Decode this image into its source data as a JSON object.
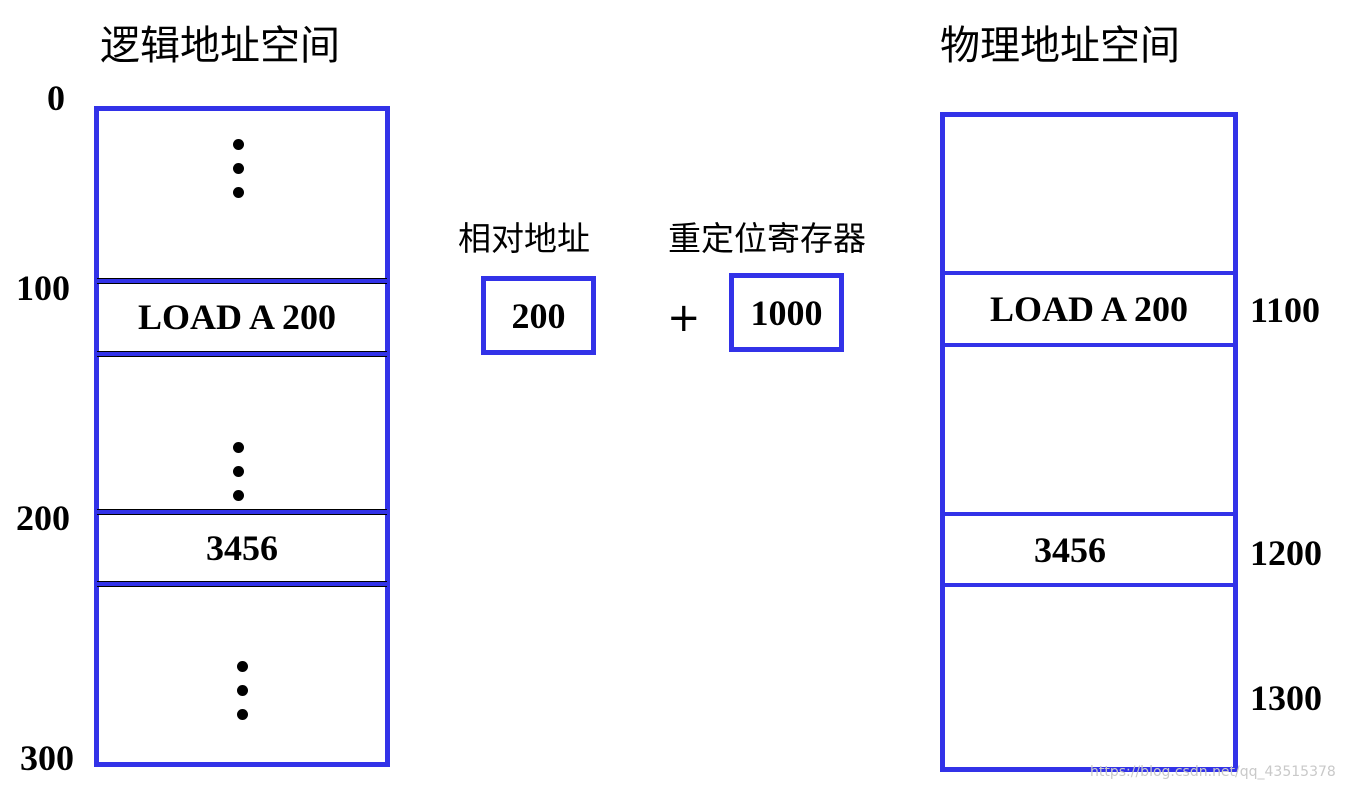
{
  "logical": {
    "title": "逻辑地址空间",
    "addresses": [
      "0",
      "100",
      "200",
      "300"
    ],
    "cells": [
      "LOAD A 200",
      "3456"
    ]
  },
  "middle": {
    "relative_label": "相对地址",
    "relative_value": "200",
    "operator": "+",
    "relocation_label": "重定位寄存器",
    "relocation_value": "1000"
  },
  "physical": {
    "title": "物理地址空间",
    "addresses": [
      "1100",
      "1200",
      "1300"
    ],
    "cells": [
      "LOAD A 200",
      "3456"
    ]
  },
  "watermark": "https://blog.csdn.net/qq_43515378",
  "colors": {
    "border": "#3232e8",
    "text": "#000000"
  }
}
